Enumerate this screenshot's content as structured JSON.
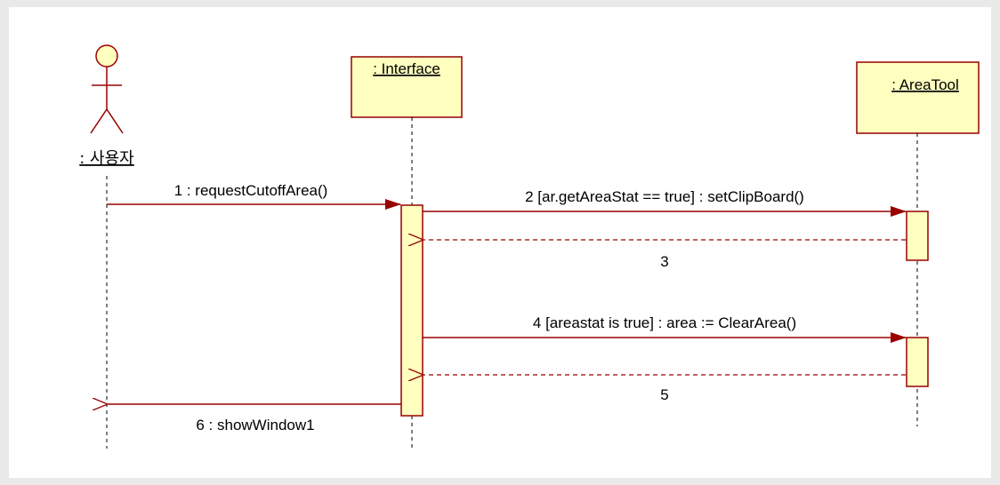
{
  "colors": {
    "box_fill": "#ffffc0",
    "box_stroke": "#990000",
    "message": "#990000",
    "lifeline": "#000000"
  },
  "participants": [
    {
      "id": "user",
      "kind": "actor",
      "label": ": 사용자"
    },
    {
      "id": "interface",
      "kind": "object",
      "label": ": Interface"
    },
    {
      "id": "areatool",
      "kind": "object",
      "label": ": AreaTool"
    }
  ],
  "messages": [
    {
      "id": "m1",
      "label": "1 : requestCutoffArea()",
      "from": "user",
      "to": "interface",
      "kind": "call"
    },
    {
      "id": "m2",
      "label": "2 [ar.getAreaStat == true] : setClipBoard()",
      "from": "interface",
      "to": "areatool",
      "kind": "call"
    },
    {
      "id": "m3",
      "label": "3",
      "from": "areatool",
      "to": "interface",
      "kind": "return"
    },
    {
      "id": "m4",
      "label": "4 [areastat is true] : area := ClearArea()",
      "from": "interface",
      "to": "areatool",
      "kind": "call"
    },
    {
      "id": "m5",
      "label": "5",
      "from": "areatool",
      "to": "interface",
      "kind": "return"
    },
    {
      "id": "m6",
      "label": "6 : showWindow1",
      "from": "interface",
      "to": "user",
      "kind": "reply"
    }
  ]
}
